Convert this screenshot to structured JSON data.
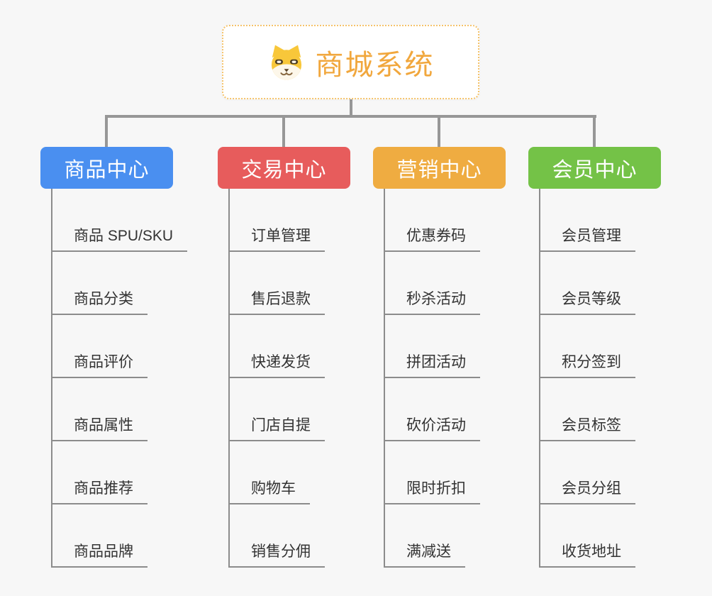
{
  "page": {
    "background_color": "#f7f7f7",
    "connector_color": "#979797",
    "underline_color": "#8c8c8c",
    "text_color": "#333333"
  },
  "root": {
    "title": "商城系统",
    "icon": "dog-face-icon",
    "accent_color": "#f1a73d",
    "border_color": "#f5c36b"
  },
  "branches": [
    {
      "label": "商品中心",
      "color": "#4a8ff0",
      "items": [
        "商品 SPU/SKU",
        "商品分类",
        "商品评价",
        "商品属性",
        "商品推荐",
        "商品品牌"
      ]
    },
    {
      "label": "交易中心",
      "color": "#e75c5c",
      "items": [
        "订单管理",
        "售后退款",
        "快递发货",
        "门店自提",
        "购物车",
        "销售分佣"
      ]
    },
    {
      "label": "营销中心",
      "color": "#efac41",
      "items": [
        "优惠券码",
        "秒杀活动",
        "拼团活动",
        "砍价活动",
        "限时折扣",
        "满减送"
      ]
    },
    {
      "label": "会员中心",
      "color": "#74c247",
      "items": [
        "会员管理",
        "会员等级",
        "积分签到",
        "会员标签",
        "会员分组",
        "收货地址"
      ]
    }
  ]
}
